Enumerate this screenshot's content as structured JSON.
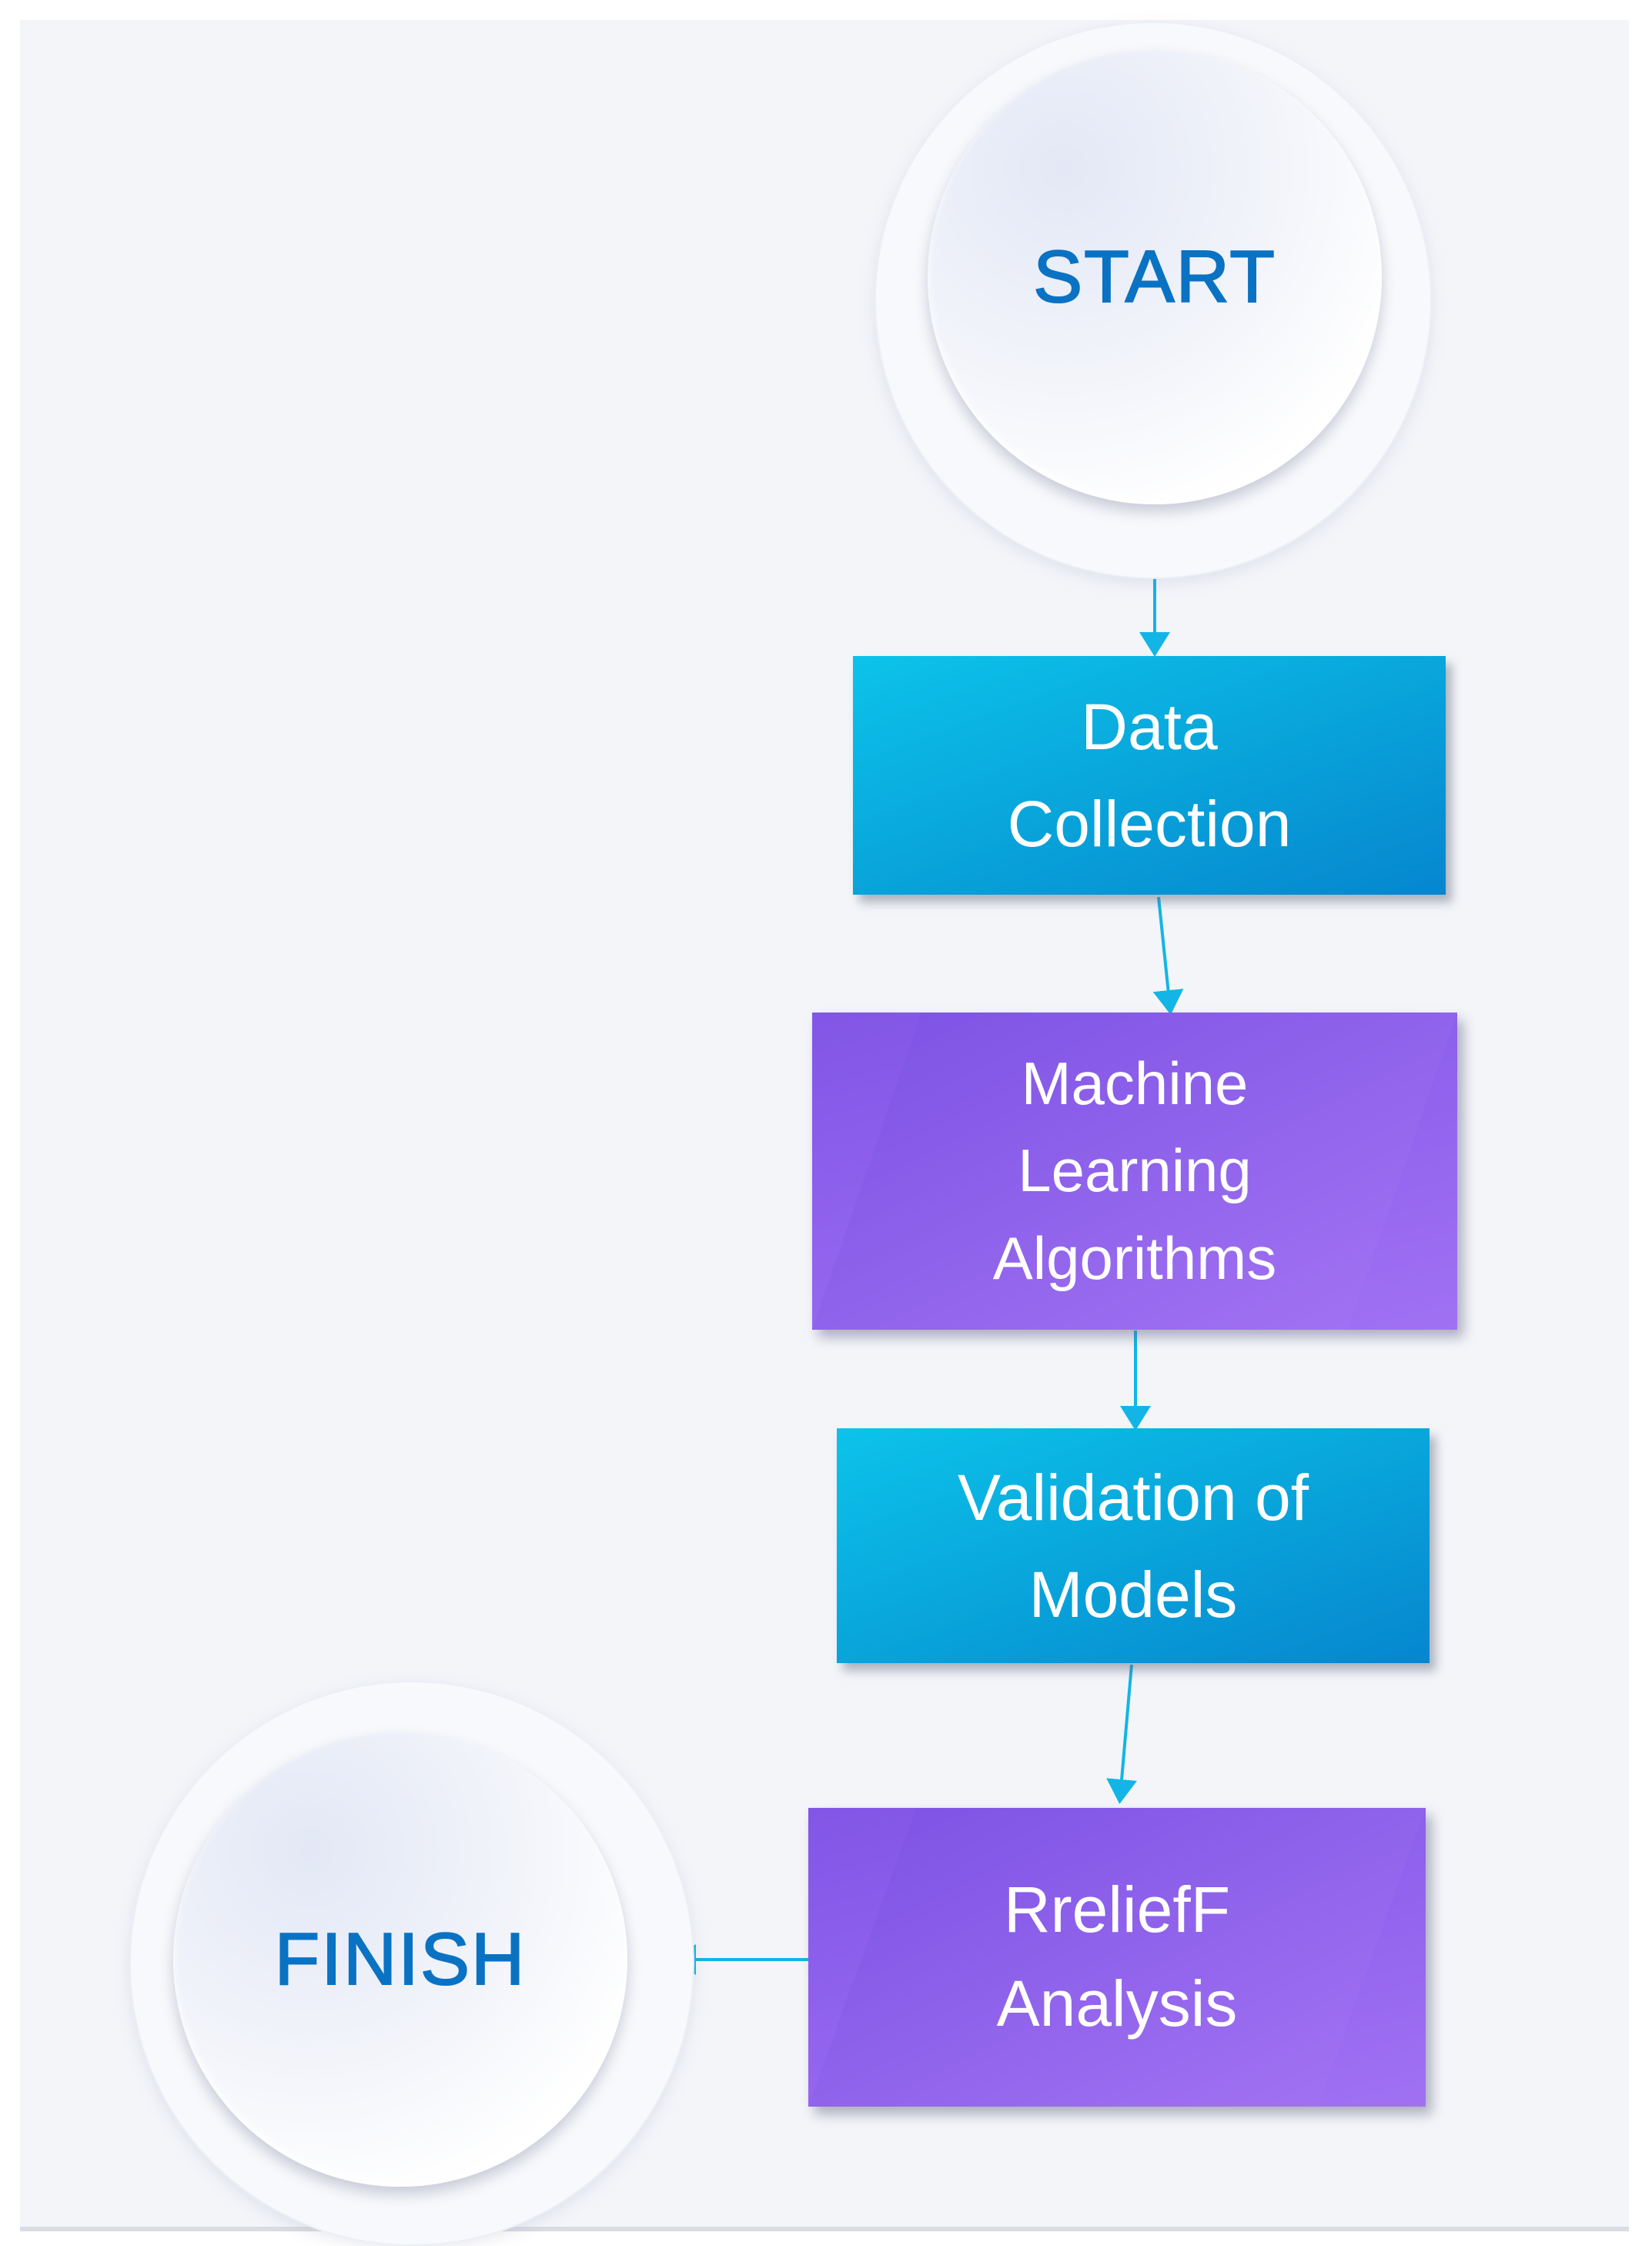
{
  "diagram": {
    "colors": {
      "background": "#f3f5f9",
      "connector": "#12b5e6",
      "process_fill": "#0aa6dc",
      "io_fill": "#8f61ec",
      "terminal_text": "#0a72c3"
    },
    "start": {
      "label": "START"
    },
    "finish": {
      "label": "FINISH"
    },
    "data_collection": {
      "line1": "Data",
      "line2": "Collection"
    },
    "ml_algorithms": {
      "line1": "Machine",
      "line2": "Learning",
      "line3": "Algorithms"
    },
    "validation": {
      "line1": "Validation of",
      "line2": "Models"
    },
    "rrelieff": {
      "line1": "RreliefF",
      "line2": "Analysis"
    }
  }
}
